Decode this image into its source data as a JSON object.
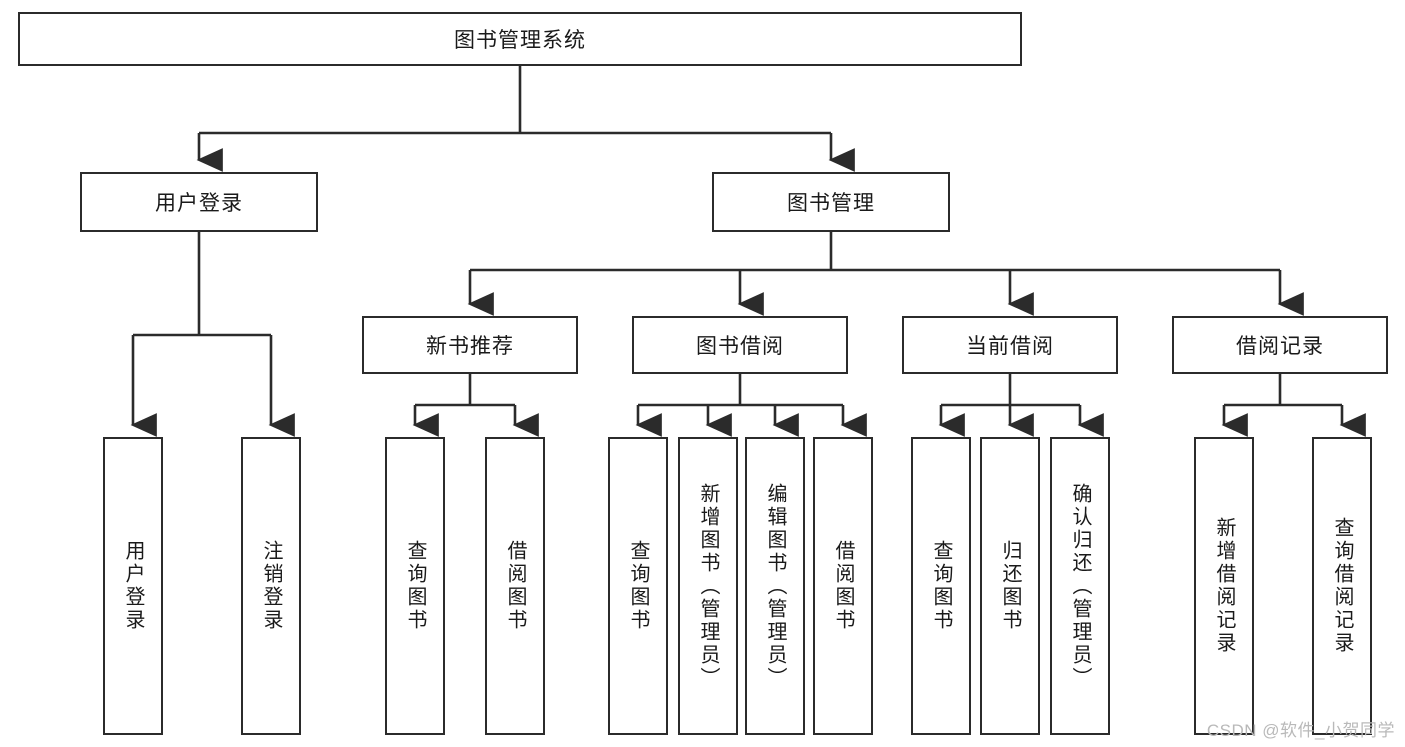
{
  "diagram": {
    "type": "tree-hierarchy",
    "title": "图书管理系统",
    "root": {
      "id": "root",
      "label": "图书管理系统"
    },
    "level2": [
      {
        "id": "user-login",
        "label": "用户登录"
      },
      {
        "id": "book-manage",
        "label": "图书管理"
      }
    ],
    "level3": [
      {
        "id": "new-book-recommend",
        "label": "新书推荐"
      },
      {
        "id": "book-borrow",
        "label": "图书借阅"
      },
      {
        "id": "current-borrow",
        "label": "当前借阅"
      },
      {
        "id": "borrow-record",
        "label": "借阅记录"
      }
    ],
    "leaves": [
      {
        "id": "leaf-user-login",
        "label": "用户登录",
        "parent": "user-login"
      },
      {
        "id": "leaf-logout-login",
        "label": "注销登录",
        "parent": "user-login"
      },
      {
        "id": "leaf-query-book-1",
        "label": "查询图书",
        "parent": "new-book-recommend"
      },
      {
        "id": "leaf-borrow-book-1",
        "label": "借阅图书",
        "parent": "new-book-recommend"
      },
      {
        "id": "leaf-query-book-2",
        "label": "查询图书",
        "parent": "book-borrow"
      },
      {
        "id": "leaf-add-book",
        "label": "新增图书（管理员）",
        "parent": "book-borrow"
      },
      {
        "id": "leaf-edit-book",
        "label": "编辑图书（管理员）",
        "parent": "book-borrow"
      },
      {
        "id": "leaf-borrow-book-2",
        "label": "借阅图书",
        "parent": "book-borrow"
      },
      {
        "id": "leaf-query-book-3",
        "label": "查询图书",
        "parent": "current-borrow"
      },
      {
        "id": "leaf-return-book",
        "label": "归还图书",
        "parent": "current-borrow"
      },
      {
        "id": "leaf-confirm-return",
        "label": "确认归还（管理员）",
        "parent": "current-borrow"
      },
      {
        "id": "leaf-add-record",
        "label": "新增借阅记录",
        "parent": "borrow-record"
      },
      {
        "id": "leaf-query-record",
        "label": "查询借阅记录",
        "parent": "borrow-record"
      }
    ]
  },
  "watermark": {
    "text": "CSDN @软件_小贺同学"
  },
  "colors": {
    "stroke": "#2b2b2b",
    "fill": "#ffffff",
    "text": "#1a1a1a",
    "watermark": "#b9b9b9"
  }
}
